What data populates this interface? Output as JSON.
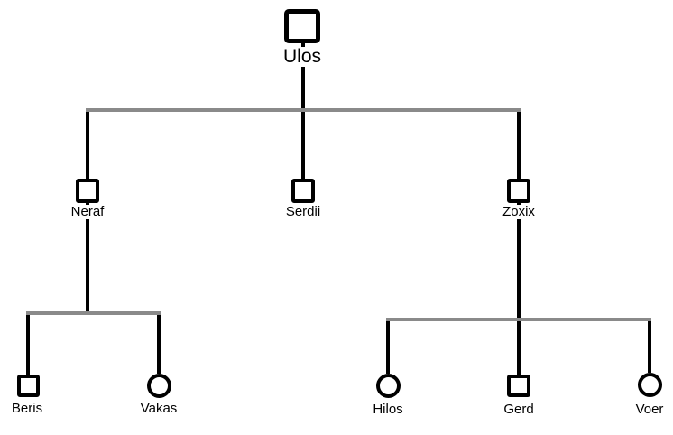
{
  "diagram": {
    "type": "family-tree-pedigree",
    "background_color": "#ffffff",
    "line_color": "#000000",
    "sibling_bar_color": "#8a8a8a",
    "nodes": {
      "ulos": {
        "label": "Ulos",
        "shape": "square",
        "generation": 1
      },
      "neraf": {
        "label": "Neraf",
        "shape": "square",
        "generation": 2
      },
      "serdii": {
        "label": "Serdii",
        "shape": "square",
        "generation": 2
      },
      "zoxix": {
        "label": "Zoxix",
        "shape": "square",
        "generation": 2
      },
      "beris": {
        "label": "Beris",
        "shape": "square",
        "generation": 3
      },
      "vakas": {
        "label": "Vakas",
        "shape": "circle",
        "generation": 3
      },
      "hilos": {
        "label": "Hilos",
        "shape": "circle",
        "generation": 3
      },
      "gerd": {
        "label": "Gerd",
        "shape": "square",
        "generation": 3
      },
      "voer": {
        "label": "Voer",
        "shape": "circle",
        "generation": 3
      }
    },
    "relationships": [
      {
        "parent": "Ulos",
        "children": [
          "Neraf",
          "Serdii",
          "Zoxix"
        ]
      },
      {
        "parent": "Neraf",
        "children": [
          "Beris",
          "Vakas"
        ]
      },
      {
        "parent": "Zoxix",
        "children": [
          "Hilos",
          "Gerd",
          "Voer"
        ]
      }
    ]
  }
}
